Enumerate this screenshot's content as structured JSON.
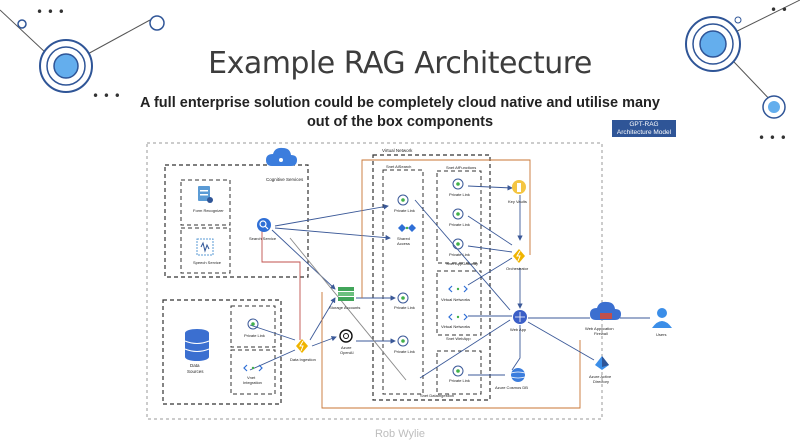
{
  "slide": {
    "title": "Example RAG Architecture",
    "subtitle": "A full enterprise solution could be completely cloud native and utilise many out of the box components",
    "model_button": "GPT-RAG Architecture Model",
    "author": "Rob Wylie"
  },
  "diagram": {
    "groups": {
      "virtual_network": "Virtual Network",
      "snet_ai_search": "Snet AiSearch",
      "snet_af_functions": "Snet AfFunctions",
      "snet_appgateway": "Snet AppGateway",
      "snet_webapp": "Snet WebApp",
      "snet_data_ingestion": "Snet DataIngestion"
    },
    "nodes": {
      "cognitive_services": "Cognitive Services",
      "form_recognizer": "Form Recognizer",
      "speech_service": "Speech Service",
      "search_service": "Search Service",
      "shared_access": "Shared Access",
      "data_sources": "Data Sources",
      "vnet_integration": "Vnet Integration",
      "data_ingestion": "Data Ingestion",
      "storage_accounts": "Storage Accounts",
      "azure_openai": "Azure OpenAI",
      "key_vaults": "Key Vaults",
      "orchestrator": "Orchestrator",
      "virtual_networks": "Virtual Networks",
      "web_app": "Web App",
      "azure_cosmos_db": "Azure Cosmos DB",
      "web_application_firewall": "Web Application Firewall",
      "users": "Users",
      "azure_active_directory": "Azure Active Directory",
      "private_link": "Private Link"
    }
  },
  "colors": {
    "accent": "#2f5597",
    "circle_fill": "#64aeed",
    "arrow_blue": "#3b5998",
    "arrow_orange": "#c87533",
    "arrow_red": "#c0504d",
    "frame": "#888888"
  }
}
